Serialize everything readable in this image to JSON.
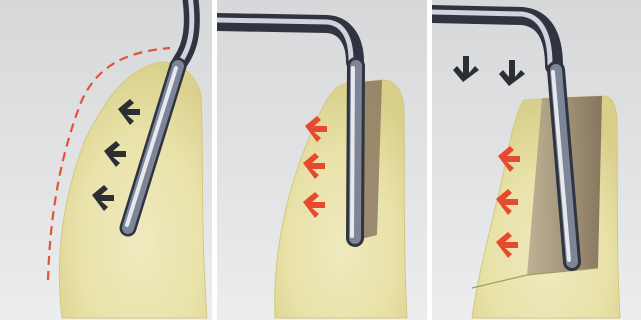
{
  "figure": {
    "panels": [
      {
        "id": "panel-1",
        "step": 1,
        "arrow_color": "#2b2e33",
        "outline_color": "#e2533f",
        "arrow_count": 3
      },
      {
        "id": "panel-2",
        "step": 2,
        "arrow_color": "#e64a2e",
        "arrow_count": 3
      },
      {
        "id": "panel-3",
        "step": 3,
        "arrow_color": "#e64a2e",
        "down_arrow_color": "#2b2e33",
        "arrow_count": 3,
        "down_arrow_count": 2
      }
    ],
    "colors": {
      "background": "#dcdde0",
      "bone": "#ebe7b5",
      "bone_shadow": "#d6cf88",
      "instrument_dark": "#2f3440",
      "instrument_mid": "#6b7384",
      "instrument_light": "#cfd4dd",
      "osteotomy": "#7b6a57"
    },
    "icons": [
      "osteotome-icon",
      "left-arrow-icon",
      "down-arrow-icon"
    ]
  }
}
